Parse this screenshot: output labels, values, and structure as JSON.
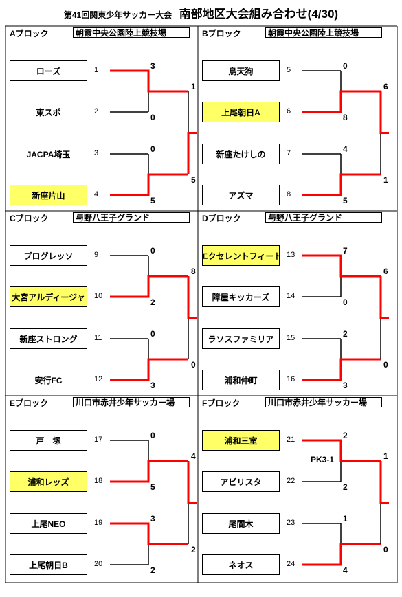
{
  "title": "第41回関東少年サッカー大会",
  "subtitle": "南部地区大会組み合わせ(4/30)",
  "colors": {
    "win": "#ff0000",
    "lose": "#000000",
    "highlight": "#ffff66"
  },
  "blocks": [
    {
      "label": "Aブロック",
      "venue": "朝霞中央公園陸上競技場",
      "teams": [
        {
          "name": "ローズ",
          "seed": "1",
          "highlight": false
        },
        {
          "name": "東スポ",
          "seed": "2",
          "highlight": false
        },
        {
          "name": "JACPA埼玉",
          "seed": "3",
          "highlight": false
        },
        {
          "name": "新座片山",
          "seed": "4",
          "highlight": true
        }
      ],
      "semis": [
        {
          "top_score": "3",
          "bottom_score": "0",
          "winner": "top",
          "note": ""
        },
        {
          "top_score": "0",
          "bottom_score": "5",
          "winner": "bottom",
          "note": ""
        }
      ],
      "final": {
        "top_score": "1",
        "bottom_score": "5",
        "winner": "bottom"
      }
    },
    {
      "label": "Bブロック",
      "venue": "朝霞中央公園陸上競技場",
      "teams": [
        {
          "name": "鳥天狗",
          "seed": "5",
          "highlight": false
        },
        {
          "name": "上尾朝日A",
          "seed": "6",
          "highlight": true
        },
        {
          "name": "新座たけしの",
          "seed": "7",
          "highlight": false
        },
        {
          "name": "アズマ",
          "seed": "8",
          "highlight": false
        }
      ],
      "semis": [
        {
          "top_score": "0",
          "bottom_score": "8",
          "winner": "bottom",
          "note": ""
        },
        {
          "top_score": "4",
          "bottom_score": "5",
          "winner": "bottom",
          "note": ""
        }
      ],
      "final": {
        "top_score": "6",
        "bottom_score": "1",
        "winner": "top"
      }
    },
    {
      "label": "Cブロック",
      "venue": "与野八王子グランド",
      "teams": [
        {
          "name": "プログレッソ",
          "seed": "9",
          "highlight": false
        },
        {
          "name": "大宮アルディージャ",
          "seed": "10",
          "highlight": true
        },
        {
          "name": "新座ストロング",
          "seed": "11",
          "highlight": false
        },
        {
          "name": "安行FC",
          "seed": "12",
          "highlight": false
        }
      ],
      "semis": [
        {
          "top_score": "0",
          "bottom_score": "2",
          "winner": "bottom",
          "note": ""
        },
        {
          "top_score": "0",
          "bottom_score": "3",
          "winner": "bottom",
          "note": ""
        }
      ],
      "final": {
        "top_score": "8",
        "bottom_score": "0",
        "winner": "top"
      }
    },
    {
      "label": "Dブロック",
      "venue": "与野八王子グランド",
      "teams": [
        {
          "name": "エクセレントフィート",
          "seed": "13",
          "highlight": true
        },
        {
          "name": "障屋キッカーズ",
          "seed": "14",
          "highlight": false
        },
        {
          "name": "ラソスファミリア",
          "seed": "15",
          "highlight": false
        },
        {
          "name": "浦和仲町",
          "seed": "16",
          "highlight": false
        }
      ],
      "semis": [
        {
          "top_score": "7",
          "bottom_score": "0",
          "winner": "top",
          "note": ""
        },
        {
          "top_score": "2",
          "bottom_score": "3",
          "winner": "bottom",
          "note": ""
        }
      ],
      "final": {
        "top_score": "6",
        "bottom_score": "0",
        "winner": "top"
      }
    },
    {
      "label": "Eブロック",
      "venue": "川口市赤井少年サッカー場",
      "teams": [
        {
          "name": "戸　塚",
          "seed": "17",
          "highlight": false
        },
        {
          "name": "浦和レッズ",
          "seed": "18",
          "highlight": true
        },
        {
          "name": "上尾NEO",
          "seed": "19",
          "highlight": false
        },
        {
          "name": "上尾朝日B",
          "seed": "20",
          "highlight": false
        }
      ],
      "semis": [
        {
          "top_score": "0",
          "bottom_score": "5",
          "winner": "bottom",
          "note": ""
        },
        {
          "top_score": "3",
          "bottom_score": "2",
          "winner": "top",
          "note": ""
        }
      ],
      "final": {
        "top_score": "4",
        "bottom_score": "2",
        "winner": "top"
      }
    },
    {
      "label": "Fブロック",
      "venue": "川口市赤井少年サッカー場",
      "teams": [
        {
          "name": "浦和三室",
          "seed": "21",
          "highlight": true
        },
        {
          "name": "アビリスタ",
          "seed": "22",
          "highlight": false
        },
        {
          "name": "尾間木",
          "seed": "23",
          "highlight": false
        },
        {
          "name": "ネオス",
          "seed": "24",
          "highlight": false
        }
      ],
      "semis": [
        {
          "top_score": "2",
          "bottom_score": "2",
          "winner": "top",
          "note": "PK3-1"
        },
        {
          "top_score": "1",
          "bottom_score": "4",
          "winner": "bottom",
          "note": ""
        }
      ],
      "final": {
        "top_score": "1",
        "bottom_score": "0",
        "winner": "top"
      }
    }
  ]
}
